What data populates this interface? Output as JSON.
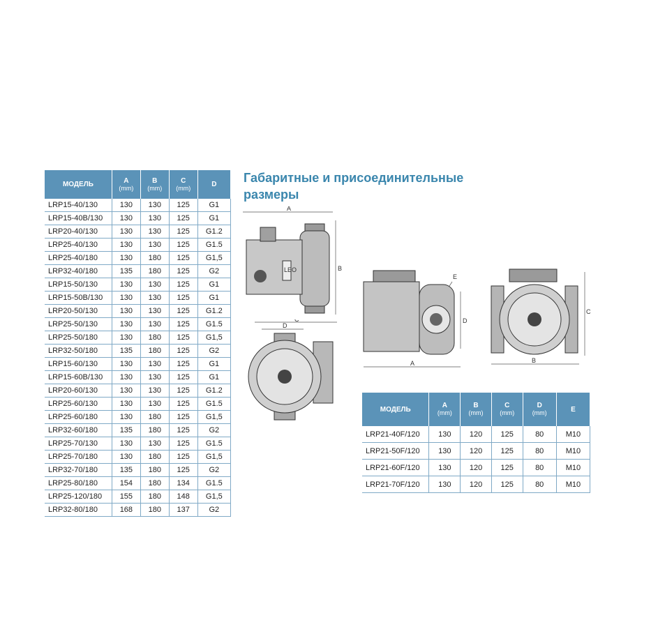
{
  "title": "Габаритные и присоединительные размеры",
  "table1": {
    "headers": [
      {
        "main": "МОДЕЛЬ",
        "sub": ""
      },
      {
        "main": "A",
        "sub": "(mm)"
      },
      {
        "main": "B",
        "sub": "(mm)"
      },
      {
        "main": "C",
        "sub": "(mm)"
      },
      {
        "main": "D",
        "sub": ""
      }
    ],
    "rows": [
      [
        "LRP15-40/130",
        "130",
        "130",
        "125",
        "G1"
      ],
      [
        "LRP15-40B/130",
        "130",
        "130",
        "125",
        "G1"
      ],
      [
        "LRP20-40/130",
        "130",
        "130",
        "125",
        "G1.2"
      ],
      [
        "LRP25-40/130",
        "130",
        "130",
        "125",
        "G1.5"
      ],
      [
        "LRP25-40/180",
        "130",
        "180",
        "125",
        "G1,5"
      ],
      [
        "LRP32-40/180",
        "135",
        "180",
        "125",
        "G2"
      ],
      [
        "LRP15-50/130",
        "130",
        "130",
        "125",
        "G1"
      ],
      [
        "LRP15-50B/130",
        "130",
        "130",
        "125",
        "G1"
      ],
      [
        "LRP20-50/130",
        "130",
        "130",
        "125",
        "G1.2"
      ],
      [
        "LRP25-50/130",
        "130",
        "130",
        "125",
        "G1.5"
      ],
      [
        "LRP25-50/180",
        "130",
        "180",
        "125",
        "G1,5"
      ],
      [
        "LRP32-50/180",
        "135",
        "180",
        "125",
        "G2"
      ],
      [
        "LRP15-60/130",
        "130",
        "130",
        "125",
        "G1"
      ],
      [
        "LRP15-60B/130",
        "130",
        "130",
        "125",
        "G1"
      ],
      [
        "LRP20-60/130",
        "130",
        "130",
        "125",
        "G1.2"
      ],
      [
        "LRP25-60/130",
        "130",
        "130",
        "125",
        "G1.5"
      ],
      [
        "LRP25-60/180",
        "130",
        "180",
        "125",
        "G1,5"
      ],
      [
        "LRP32-60/180",
        "135",
        "180",
        "125",
        "G2"
      ],
      [
        "LRP25-70/130",
        "130",
        "130",
        "125",
        "G1.5"
      ],
      [
        "LRP25-70/180",
        "130",
        "180",
        "125",
        "G1,5"
      ],
      [
        "LRP32-70/180",
        "135",
        "180",
        "125",
        "G2"
      ],
      [
        "LRP25-80/180",
        "154",
        "180",
        "134",
        "G1.5"
      ],
      [
        "LRP25-120/180",
        "155",
        "180",
        "148",
        "G1,5"
      ],
      [
        "LRP32-80/180",
        "168",
        "180",
        "137",
        "G2"
      ]
    ]
  },
  "table2": {
    "headers": [
      {
        "main": "МОДЕЛЬ",
        "sub": ""
      },
      {
        "main": "A",
        "sub": "(mm)"
      },
      {
        "main": "B",
        "sub": "(mm)"
      },
      {
        "main": "C",
        "sub": "(mm)"
      },
      {
        "main": "D",
        "sub": "(mm)"
      },
      {
        "main": "E",
        "sub": ""
      }
    ],
    "rows": [
      [
        "LRP21-40F/120",
        "130",
        "120",
        "125",
        "80",
        "M10"
      ],
      [
        "LRP21-50F/120",
        "130",
        "120",
        "125",
        "80",
        "M10"
      ],
      [
        "LRP21-60F/120",
        "130",
        "120",
        "125",
        "80",
        "M10"
      ],
      [
        "LRP21-70F/120",
        "130",
        "120",
        "125",
        "80",
        "M10"
      ]
    ]
  },
  "drawing_labels": {
    "pump1": {
      "a": "A",
      "b": "B"
    },
    "pump2": {
      "c": "C",
      "d": "D"
    },
    "pump3": {
      "e": "E",
      "d": "D",
      "a": "A"
    },
    "pump4": {
      "c": "C",
      "b": "B"
    },
    "nameplate": "LEO"
  }
}
